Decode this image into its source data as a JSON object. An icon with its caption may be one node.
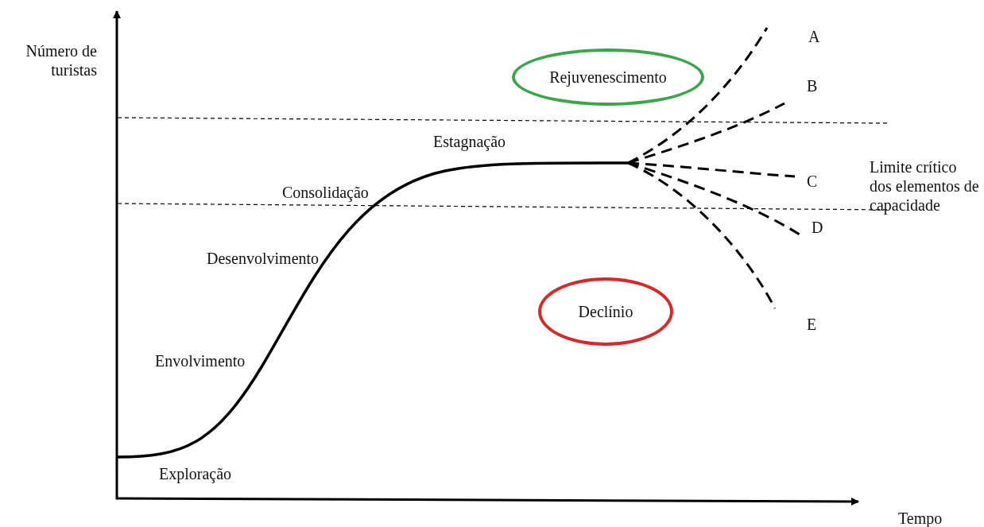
{
  "diagram": {
    "nodes": [
      {
        "text": [
          "Rejuvenescimento"
        ]
      },
      {
        "text": [
          "Declínio"
        ]
      }
    ],
    "labels": [
      "Número de turistas",
      "A",
      "B",
      "Estagnação",
      "Limite crítico dos elementos de capacidade",
      "C",
      "Consolidação",
      "D",
      "Desenvolvimento",
      "E",
      "Envolvimento",
      "Exploração",
      "Tempo"
    ]
  }
}
